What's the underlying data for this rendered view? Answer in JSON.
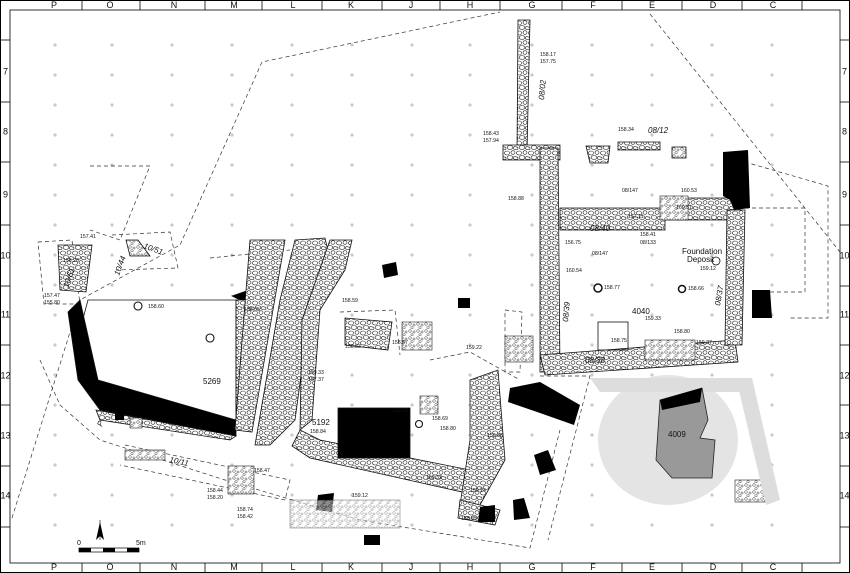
{
  "grid": {
    "columns": [
      "P",
      "O",
      "N",
      "M",
      "L",
      "K",
      "J",
      "H",
      "G",
      "F",
      "E",
      "D",
      "C"
    ],
    "rows": [
      "7",
      "8",
      "9",
      "10",
      "11",
      "12",
      "13",
      "14"
    ]
  },
  "units": {
    "u4040": "4040",
    "u5269": "5269",
    "u5192": "5192",
    "u4009": "4009",
    "foundation_line1": "Foundation",
    "foundation_line2": "Deposit"
  },
  "loci": {
    "l0802": "08/02",
    "l0812": "08/12",
    "l0840": "08/40",
    "l0839": "08/39",
    "l0838": "08/38",
    "l0837": "08/37",
    "l1051": "10/51",
    "l1061": "10/61",
    "l1044": "10/44",
    "l1011": "10/11",
    "l08147a": "08/147",
    "l08147b": "08/147",
    "l08133": "08/133",
    "lP": "P"
  },
  "elevations": {
    "e15817": "158.17",
    "e15775": "157.75",
    "e15843": "158.43",
    "e15794": "157.94",
    "e15834": "158.34",
    "e15888": "158.88",
    "e16053": "160.53",
    "e16051": "160.51",
    "e15711": "157.11",
    "e15841": "158.41",
    "e15675": "156.75",
    "e15912": "159.12",
    "e16054": "160.54",
    "e15877": "158.77",
    "e15866": "158.66",
    "e15933": "159.33",
    "e15880": "158.80",
    "e15875": "158.75",
    "e15927": "159.27",
    "e15741": "157.41",
    "e15628": "156.28",
    "e15747": "157.47",
    "e15580": "155.80",
    "e15860": "158.60",
    "e15805": "158.05",
    "e15859": "158.59",
    "e15883": "158.83",
    "e15857": "158.57",
    "e15922": "159.22",
    "e15933b": "159.33",
    "e15737": "157.37",
    "e15830": "158.30",
    "e15869": "158.69",
    "e15880b": "158.80",
    "e15884": "158.84",
    "e15886": "158.86",
    "e15932": "159.32",
    "e15924": "159.24",
    "e15912b": "159.12",
    "e15885": "158.85",
    "e15847": "158.47",
    "e15844": "158.44",
    "e15820": "158.20",
    "e15874": "158.74",
    "e15842": "158.42"
  },
  "scale": {
    "zero": "0",
    "five": "5m"
  }
}
